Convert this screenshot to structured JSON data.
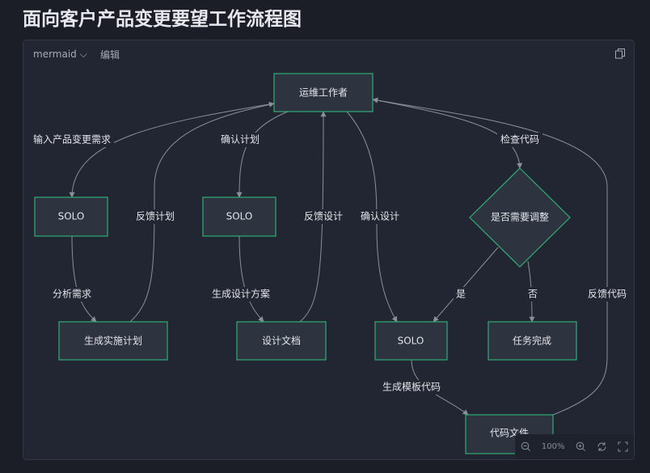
{
  "page": {
    "title": "面向客户产品变更要望工作流程图"
  },
  "toolbar": {
    "language": "mermaid",
    "edit_label": "编辑"
  },
  "diagram": {
    "nodes": {
      "ops": "运维工作者",
      "solo1": "SOLO",
      "plan": "生成实施计划",
      "solo2": "SOLO",
      "doc": "设计文档",
      "decision": "是否需要调整",
      "solo3": "SOLO",
      "done": "任务完成",
      "code": "代码文件"
    },
    "edges": {
      "e1": "输入产品变更需求",
      "e2": "分析需求",
      "e3": "反馈计划",
      "e4": "确认计划",
      "e5": "生成设计方案",
      "e6": "反馈设计",
      "e7": "确认设计",
      "e8": "检查代码",
      "e9": "是",
      "e10": "否",
      "e11": "生成模板代码",
      "e12": "反馈代码"
    },
    "colors": {
      "node_fill": "#2e3340",
      "node_border": "#2fae74",
      "edge": "#8a8f99"
    }
  },
  "zoom_controls": {
    "level": "100%"
  }
}
